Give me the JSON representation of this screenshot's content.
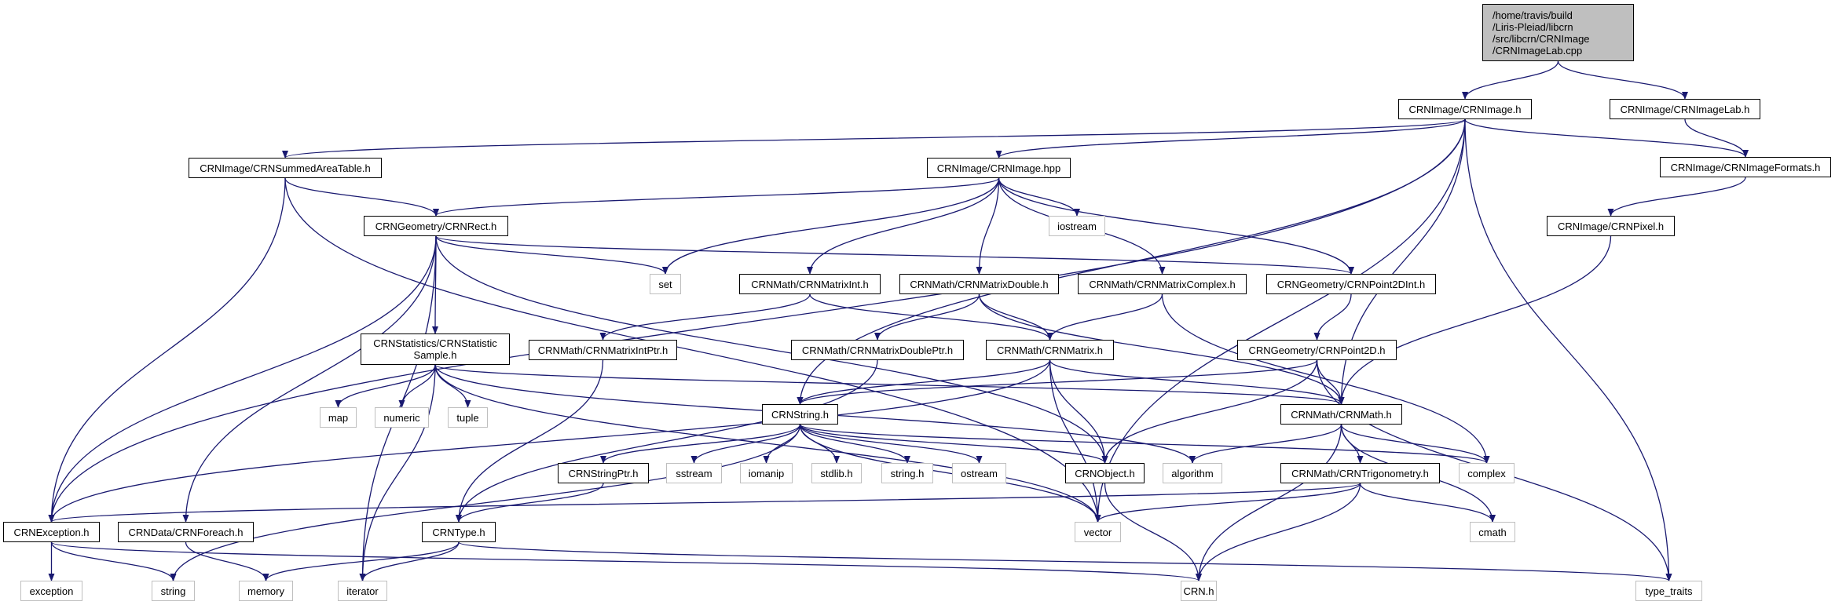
{
  "graph": {
    "title": "Include dependency graph for CRNImageLab.cpp",
    "edge_color": "#191970",
    "root_fill": "#bfbfbf",
    "system_border": "#bfbfbf",
    "nodes": [
      {
        "id": "root",
        "label": "/home/travis/build\n/Liris-Pleiad/libcrn\n/src/libcrn/CRNImage\n/CRNImageLab.cpp",
        "kind": "root"
      },
      {
        "id": "image_h",
        "label": "CRNImage/CRNImage.h",
        "kind": "project"
      },
      {
        "id": "imagelab_h",
        "label": "CRNImage/CRNImageLab.h",
        "kind": "project"
      },
      {
        "id": "summed",
        "label": "CRNImage/CRNSummedAreaTable.h",
        "kind": "project"
      },
      {
        "id": "image_hpp",
        "label": "CRNImage/CRNImage.hpp",
        "kind": "project"
      },
      {
        "id": "formats",
        "label": "CRNImage/CRNImageFormats.h",
        "kind": "project"
      },
      {
        "id": "rect",
        "label": "CRNGeometry/CRNRect.h",
        "kind": "project"
      },
      {
        "id": "iostream",
        "label": "iostream",
        "kind": "system"
      },
      {
        "id": "pixel",
        "label": "CRNImage/CRNPixel.h",
        "kind": "project"
      },
      {
        "id": "set",
        "label": "set",
        "kind": "system"
      },
      {
        "id": "matint",
        "label": "CRNMath/CRNMatrixInt.h",
        "kind": "project"
      },
      {
        "id": "matdouble",
        "label": "CRNMath/CRNMatrixDouble.h",
        "kind": "project"
      },
      {
        "id": "matcomplex",
        "label": "CRNMath/CRNMatrixComplex.h",
        "kind": "project"
      },
      {
        "id": "p2dint",
        "label": "CRNGeometry/CRNPoint2DInt.h",
        "kind": "project"
      },
      {
        "id": "statsample",
        "label": "CRNStatistics/CRNStatistic\nSample.h",
        "kind": "project"
      },
      {
        "id": "matintptr",
        "label": "CRNMath/CRNMatrixIntPtr.h",
        "kind": "project"
      },
      {
        "id": "matdoubleptr",
        "label": "CRNMath/CRNMatrixDoublePtr.h",
        "kind": "project"
      },
      {
        "id": "matrix",
        "label": "CRNMath/CRNMatrix.h",
        "kind": "project"
      },
      {
        "id": "p2d",
        "label": "CRNGeometry/CRNPoint2D.h",
        "kind": "project"
      },
      {
        "id": "map",
        "label": "map",
        "kind": "system"
      },
      {
        "id": "numeric",
        "label": "numeric",
        "kind": "system"
      },
      {
        "id": "tuple",
        "label": "tuple",
        "kind": "system"
      },
      {
        "id": "string_h",
        "label": "CRNString.h",
        "kind": "project"
      },
      {
        "id": "math",
        "label": "CRNMath/CRNMath.h",
        "kind": "project"
      },
      {
        "id": "stringptr",
        "label": "CRNStringPtr.h",
        "kind": "project"
      },
      {
        "id": "sstream",
        "label": "sstream",
        "kind": "system"
      },
      {
        "id": "iomanip",
        "label": "iomanip",
        "kind": "system"
      },
      {
        "id": "stdlib",
        "label": "stdlib.h",
        "kind": "system"
      },
      {
        "id": "cstring_h",
        "label": "string.h",
        "kind": "system"
      },
      {
        "id": "ostream",
        "label": "ostream",
        "kind": "system"
      },
      {
        "id": "object",
        "label": "CRNObject.h",
        "kind": "project"
      },
      {
        "id": "algorithm",
        "label": "algorithm",
        "kind": "system"
      },
      {
        "id": "trig",
        "label": "CRNMath/CRNTrigonometry.h",
        "kind": "project"
      },
      {
        "id": "complex",
        "label": "complex",
        "kind": "system"
      },
      {
        "id": "exception_h",
        "label": "CRNException.h",
        "kind": "project"
      },
      {
        "id": "foreach",
        "label": "CRNData/CRNForeach.h",
        "kind": "project"
      },
      {
        "id": "type",
        "label": "CRNType.h",
        "kind": "project"
      },
      {
        "id": "vector",
        "label": "vector",
        "kind": "system"
      },
      {
        "id": "cmath",
        "label": "cmath",
        "kind": "system"
      },
      {
        "id": "exception",
        "label": "exception",
        "kind": "system"
      },
      {
        "id": "string",
        "label": "string",
        "kind": "system"
      },
      {
        "id": "memory",
        "label": "memory",
        "kind": "system"
      },
      {
        "id": "iterator",
        "label": "iterator",
        "kind": "system"
      },
      {
        "id": "crn",
        "label": "CRN.h",
        "kind": "system"
      },
      {
        "id": "type_traits",
        "label": "type_traits",
        "kind": "system"
      }
    ],
    "edges": [
      [
        "root",
        "image_h"
      ],
      [
        "root",
        "imagelab_h"
      ],
      [
        "image_h",
        "summed"
      ],
      [
        "image_h",
        "image_hpp"
      ],
      [
        "image_h",
        "formats"
      ],
      [
        "image_h",
        "exception_h"
      ],
      [
        "image_h",
        "string_h"
      ],
      [
        "image_h",
        "math"
      ],
      [
        "image_h",
        "vector"
      ],
      [
        "image_h",
        "type_traits"
      ],
      [
        "imagelab_h",
        "formats"
      ],
      [
        "formats",
        "pixel"
      ],
      [
        "pixel",
        "math"
      ],
      [
        "summed",
        "rect"
      ],
      [
        "summed",
        "exception_h"
      ],
      [
        "summed",
        "vector"
      ],
      [
        "image_hpp",
        "rect"
      ],
      [
        "image_hpp",
        "iostream"
      ],
      [
        "image_hpp",
        "set"
      ],
      [
        "image_hpp",
        "matint"
      ],
      [
        "image_hpp",
        "matdouble"
      ],
      [
        "image_hpp",
        "matcomplex"
      ],
      [
        "image_hpp",
        "p2dint"
      ],
      [
        "rect",
        "set"
      ],
      [
        "rect",
        "p2dint"
      ],
      [
        "rect",
        "statsample"
      ],
      [
        "rect",
        "exception_h"
      ],
      [
        "rect",
        "foreach"
      ],
      [
        "rect",
        "object"
      ],
      [
        "rect",
        "iterator"
      ],
      [
        "matint",
        "matintptr"
      ],
      [
        "matint",
        "matrix"
      ],
      [
        "matdouble",
        "matdoubleptr"
      ],
      [
        "matdouble",
        "matrix"
      ],
      [
        "matdouble",
        "math"
      ],
      [
        "matcomplex",
        "matrix"
      ],
      [
        "matcomplex",
        "complex"
      ],
      [
        "p2dint",
        "p2d"
      ],
      [
        "matintptr",
        "type"
      ],
      [
        "matdoubleptr",
        "type"
      ],
      [
        "statsample",
        "map"
      ],
      [
        "statsample",
        "numeric"
      ],
      [
        "statsample",
        "tuple"
      ],
      [
        "statsample",
        "math"
      ],
      [
        "statsample",
        "algorithm"
      ],
      [
        "statsample",
        "vector"
      ],
      [
        "statsample",
        "iterator"
      ],
      [
        "matrix",
        "string_h"
      ],
      [
        "matrix",
        "math"
      ],
      [
        "matrix",
        "object"
      ],
      [
        "matrix",
        "vector"
      ],
      [
        "matrix",
        "exception_h"
      ],
      [
        "p2d",
        "string_h"
      ],
      [
        "p2d",
        "math"
      ],
      [
        "p2d",
        "object"
      ],
      [
        "p2d",
        "type_traits"
      ],
      [
        "string_h",
        "stringptr"
      ],
      [
        "string_h",
        "sstream"
      ],
      [
        "string_h",
        "iomanip"
      ],
      [
        "string_h",
        "stdlib"
      ],
      [
        "string_h",
        "cstring_h"
      ],
      [
        "string_h",
        "ostream"
      ],
      [
        "string_h",
        "object"
      ],
      [
        "string_h",
        "complex"
      ],
      [
        "string_h",
        "vector"
      ],
      [
        "string_h",
        "string"
      ],
      [
        "math",
        "algorithm"
      ],
      [
        "math",
        "trig"
      ],
      [
        "math",
        "complex"
      ],
      [
        "math",
        "cmath"
      ],
      [
        "math",
        "crn"
      ],
      [
        "stringptr",
        "type"
      ],
      [
        "object",
        "crn"
      ],
      [
        "trig",
        "exception_h"
      ],
      [
        "trig",
        "vector"
      ],
      [
        "trig",
        "cmath"
      ],
      [
        "trig",
        "crn"
      ],
      [
        "exception_h",
        "exception"
      ],
      [
        "exception_h",
        "string"
      ],
      [
        "exception_h",
        "crn"
      ],
      [
        "foreach",
        "memory"
      ],
      [
        "type",
        "memory"
      ],
      [
        "type",
        "iterator"
      ],
      [
        "type",
        "type_traits"
      ]
    ]
  }
}
